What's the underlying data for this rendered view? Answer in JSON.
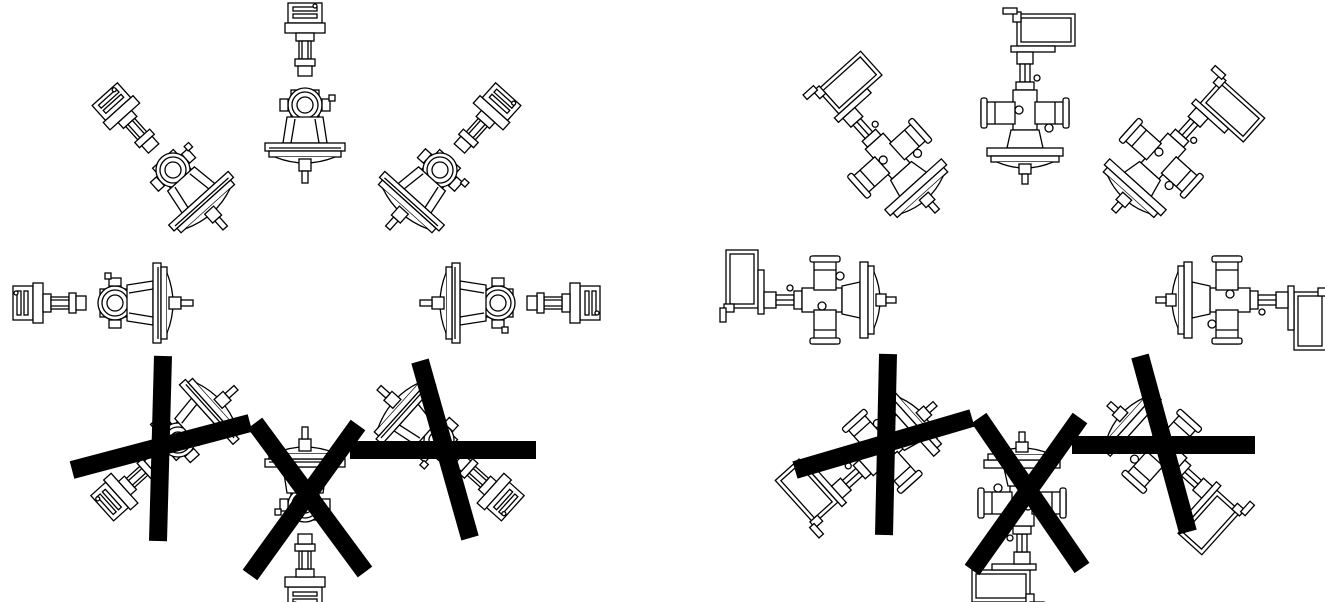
{
  "diagram": {
    "panels": [
      {
        "id": "two-way-valve",
        "mountings": [
          {
            "orientation": "actuator-up",
            "allowed": true
          },
          {
            "orientation": "actuator-up-left",
            "allowed": true
          },
          {
            "orientation": "actuator-up-right",
            "allowed": true
          },
          {
            "orientation": "actuator-left",
            "allowed": true
          },
          {
            "orientation": "actuator-right",
            "allowed": true
          },
          {
            "orientation": "actuator-down-left",
            "allowed": false
          },
          {
            "orientation": "actuator-down",
            "allowed": false
          },
          {
            "orientation": "actuator-down-right",
            "allowed": false
          }
        ]
      },
      {
        "id": "three-way-valve",
        "mountings": [
          {
            "orientation": "actuator-up",
            "allowed": true
          },
          {
            "orientation": "actuator-up-left",
            "allowed": true
          },
          {
            "orientation": "actuator-up-right",
            "allowed": true
          },
          {
            "orientation": "actuator-left",
            "allowed": true
          },
          {
            "orientation": "actuator-right",
            "allowed": true
          },
          {
            "orientation": "actuator-down-left",
            "allowed": false
          },
          {
            "orientation": "actuator-down",
            "allowed": false
          },
          {
            "orientation": "actuator-down-right",
            "allowed": false
          }
        ]
      }
    ],
    "colors": {
      "line": "#000000",
      "background": "#ffffff"
    }
  }
}
